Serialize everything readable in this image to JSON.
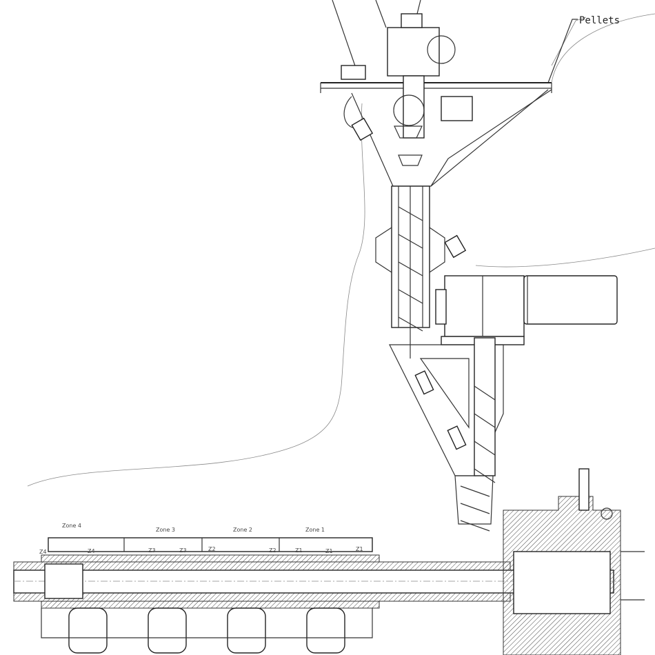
{
  "callout": {
    "pellets": "Pellets"
  },
  "zones": {
    "headers": [
      "Zone 4",
      "Zone 3",
      "Zone 2",
      "Zone 1"
    ],
    "markers": [
      "Z4",
      "Z4",
      "Z3",
      "Z3",
      "Z2",
      "Z2",
      "Z1",
      "Z1",
      "Z1"
    ]
  }
}
